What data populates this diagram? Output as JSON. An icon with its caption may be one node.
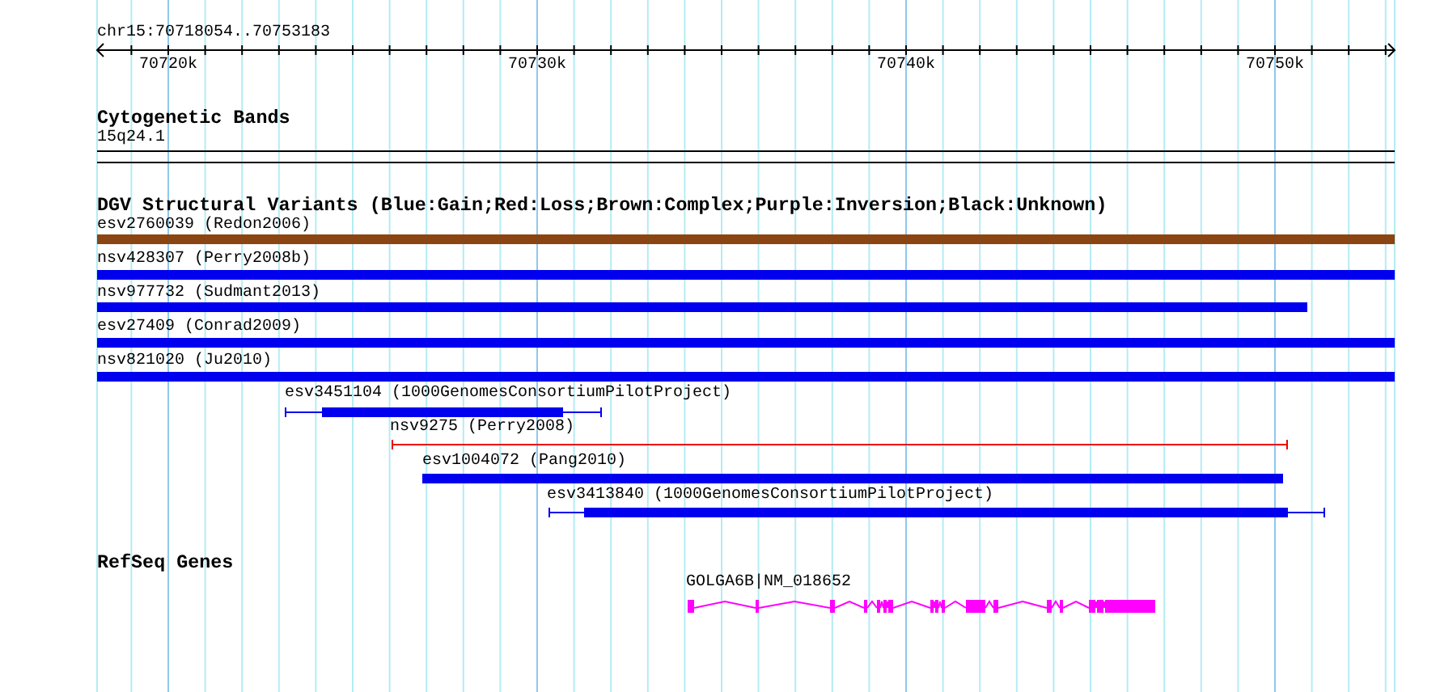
{
  "diagram": {
    "labels": [
      "chr15:70718054..70753183",
      "70720k",
      "70730k",
      "70740k",
      "70750k",
      "Cytogenetic Bands",
      "15q24.1",
      "DGV Structural Variants (Blue:Gain;Red:Loss;Brown:Complex;Purple:Inversion;Black:Unknown)",
      "esv2760039 (Redon2006)",
      "nsv428307 (Perry2008b)",
      "nsv977732 (Sudmant2013)",
      "esv27409 (Conrad2009)",
      "nsv821020 (Ju2010)",
      "esv3451104 (1000GenomesConsortiumPilotProject)",
      "nsv9275 (Perry2008)",
      "esv1004072 (Pang2010)",
      "esv3413840 (1000GenomesConsortiumPilotProject)",
      "RefSeq Genes",
      "GOLGA6B|NM_018652"
    ]
  }
}
